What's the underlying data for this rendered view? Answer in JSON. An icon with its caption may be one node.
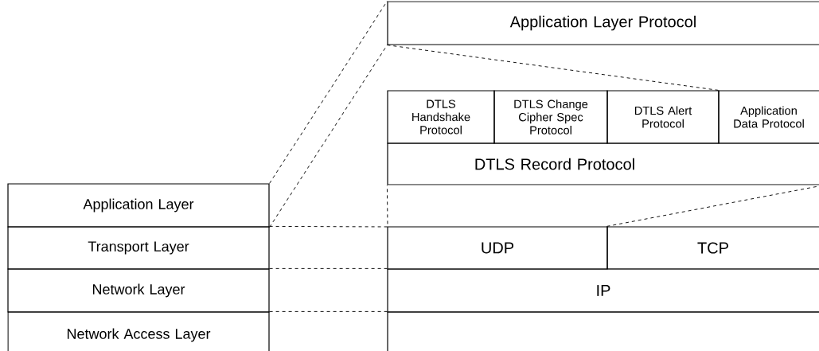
{
  "diagram": {
    "nodes": [
      {
        "text": [
          "Application Layer"
        ]
      },
      {
        "text": [
          "Transport Layer"
        ]
      },
      {
        "text": [
          "Network Layer"
        ]
      },
      {
        "text": [
          "Network Access Layer"
        ]
      },
      {
        "text": [
          "Application Layer Protocol"
        ]
      },
      {
        "text": [
          "DTLS Handshake Protocol"
        ]
      },
      {
        "text": [
          "DTLS Change Cipher Spec Protocol"
        ]
      },
      {
        "text": [
          "DTLS Alert Protocol"
        ]
      },
      {
        "text": [
          "Application Data Protocol"
        ]
      },
      {
        "text": [
          "DTLS Record Protocol"
        ]
      },
      {
        "text": [
          "UDP"
        ]
      },
      {
        "text": [
          "TCP"
        ]
      },
      {
        "text": [
          "IP"
        ]
      },
      {
        "text": [],
        "shape": "box"
      }
    ],
    "edges": [
      {
        "from": 0,
        "to": 4,
        "arrow": "none",
        "style": "dashed"
      },
      {
        "from": 0,
        "to": 4,
        "arrow": "none",
        "style": "dashed"
      },
      {
        "from": 4,
        "to": 8,
        "arrow": "none",
        "style": "dashed"
      },
      {
        "from": 11,
        "to": 9,
        "arrow": "none",
        "style": "dashed"
      },
      {
        "from": 1,
        "to": 9,
        "arrow": "none",
        "style": "dashed"
      },
      {
        "from": 2,
        "to": 12,
        "arrow": "none",
        "style": "dashed"
      },
      {
        "from": 3,
        "to": 13,
        "arrow": "none",
        "style": "dashed"
      }
    ]
  }
}
